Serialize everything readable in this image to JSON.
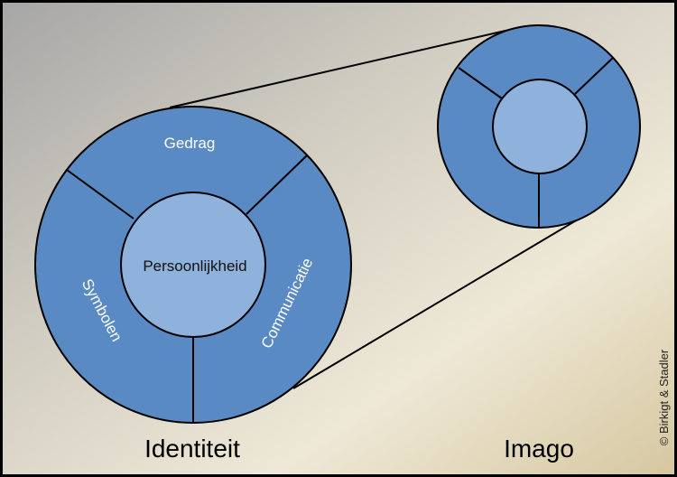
{
  "diagram": {
    "identity": {
      "caption": "Identiteit",
      "core_label": "Persoonlijkheid",
      "segments": [
        {
          "label": "Gedrag"
        },
        {
          "label": "Communicatie"
        },
        {
          "label": "Symbolen"
        }
      ]
    },
    "image": {
      "caption": "Imago"
    },
    "copyright": "© Birkigt & Stadler"
  },
  "colors": {
    "ring": "#5a8ac4",
    "core": "#8fb2dc",
    "background_start": "#a9a9a9",
    "background_mid": "#efe9d8",
    "background_end": "#d8c9a4"
  }
}
